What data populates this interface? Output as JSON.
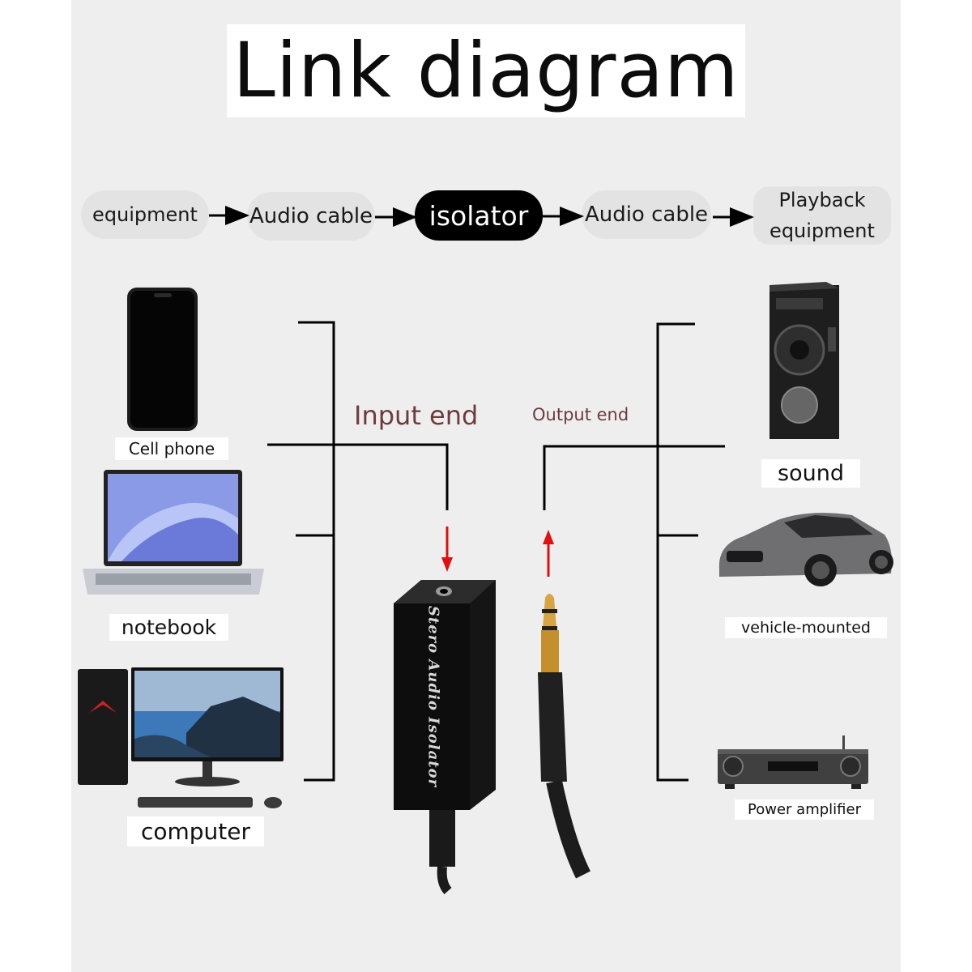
{
  "title": "Link diagram",
  "flow": {
    "step1": "equipment",
    "step2": "Audio cable",
    "step3": "isolator",
    "step4": "Audio cable",
    "step5_line1": "Playback",
    "step5_line2": "equipment"
  },
  "sources": [
    "Cell phone",
    "notebook",
    "computer"
  ],
  "input_label": "Input end",
  "output_label": "Output end",
  "device_text": "Stero Audio Isolator",
  "outputs": [
    "sound",
    "vehicle-mounted",
    "Power amplifier"
  ],
  "colors": {
    "panel": "#eeeeee",
    "line": "#000000",
    "arrow": "#e01010",
    "label_red": "#6e3b3b",
    "isolator_pill": "#000000"
  }
}
